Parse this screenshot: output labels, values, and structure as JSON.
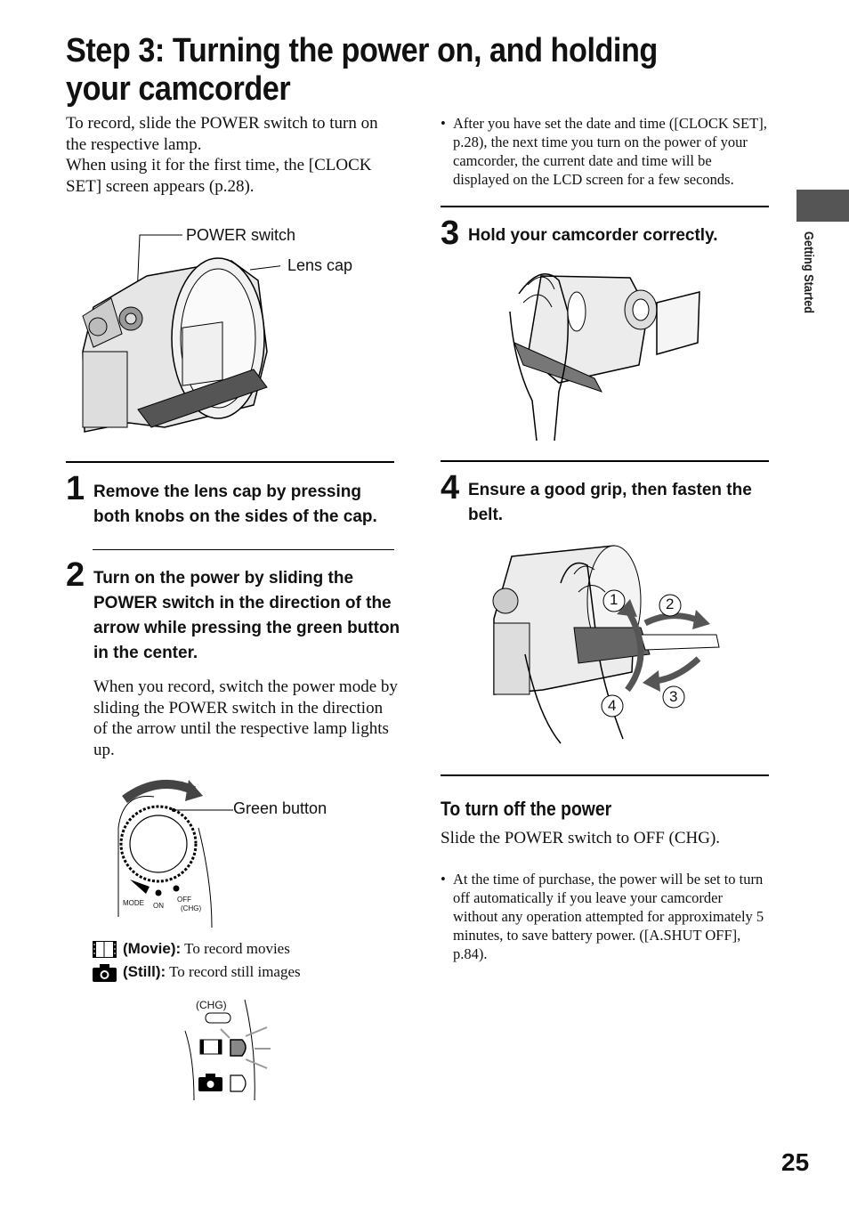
{
  "title": "Step 3: Turning the power on, and holding your camcorder",
  "intro": {
    "line1": "To record, slide the POWER switch to turn on the respective lamp.",
    "line2": "When using it for the first time, the [CLOCK SET] screen appears (p.28)."
  },
  "figure1": {
    "power_switch_label": "POWER switch",
    "lens_cap_label": "Lens cap"
  },
  "steps": [
    {
      "number": "1",
      "text": "Remove the lens cap by pressing both knobs on the sides of the cap."
    },
    {
      "number": "2",
      "text": "Turn on the power by sliding the POWER switch in the direction of the arrow while pressing the green button in the center.",
      "body": "When you record, switch the power mode by sliding the POWER switch in the direction of the arrow until the respective lamp lights up."
    },
    {
      "number": "3",
      "text": "Hold your camcorder correctly."
    },
    {
      "number": "4",
      "text": "Ensure a good grip, then fasten the belt."
    }
  ],
  "figure2": {
    "green_button_label": "Green button",
    "mode_label": "MODE",
    "on_label": "ON",
    "off_label": "OFF",
    "chg_label": "(CHG)"
  },
  "modes": [
    {
      "icon": "movie-icon",
      "name": "(Movie):",
      "desc": "To record movies"
    },
    {
      "icon": "camera-icon",
      "name": "(Still):",
      "desc": "To record still images"
    }
  ],
  "figure3": {
    "chg_label": "(CHG)"
  },
  "right_bullet": "After you have set the date and time ([CLOCK SET], p.28), the next time you turn on the power of your camcorder, the current date and time will be displayed on the LCD screen for a few seconds.",
  "grip_callouts": [
    "1",
    "2",
    "3",
    "4"
  ],
  "power_off": {
    "heading": "To turn off the power",
    "text": "Slide the POWER switch to OFF (CHG).",
    "bullet": "At the time of purchase, the power will be set to turn off automatically if you leave your camcorder without any operation attempted for approximately 5 minutes, to save battery power. ([A.SHUT OFF], p.84)."
  },
  "sidebar": {
    "label": "Getting Started"
  },
  "page_number": "25"
}
